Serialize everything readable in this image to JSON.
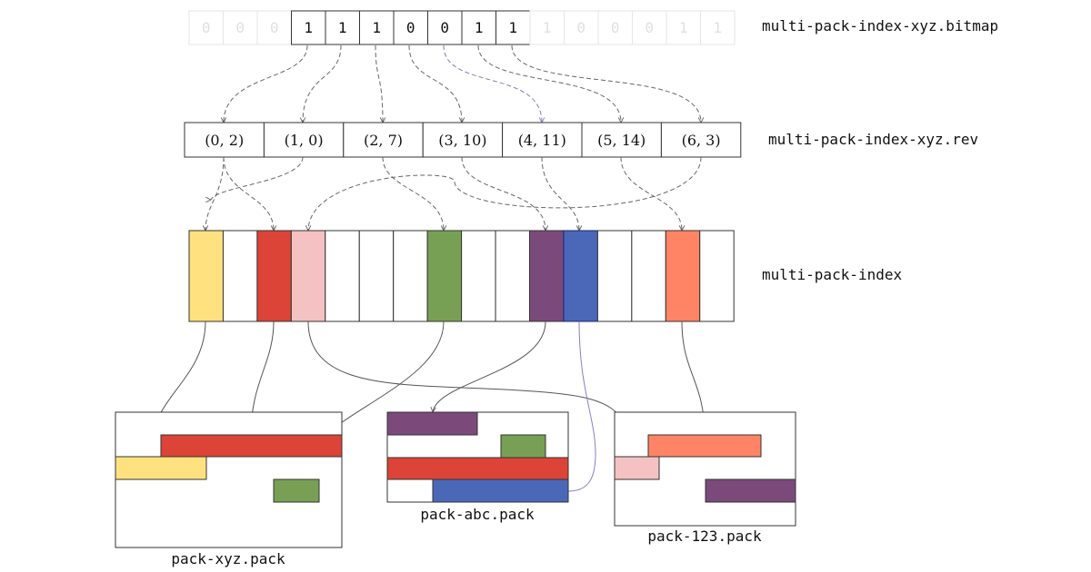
{
  "colors": {
    "yellow": "#ffe27f",
    "red": "#db4437",
    "pink": "#f4c2c2",
    "green": "#77a055",
    "purple": "#7b4a7b",
    "blue": "#4b67b8",
    "orange": "#ff8466"
  },
  "bitmap": {
    "label": "multi-pack-index-xyz.bitmap",
    "bits": [
      "0",
      "0",
      "0",
      "1",
      "1",
      "1",
      "0",
      "0",
      "1",
      "1",
      "1",
      "0",
      "0",
      "0",
      "1",
      "1"
    ],
    "active": [
      false,
      false,
      false,
      true,
      true,
      true,
      true,
      true,
      true,
      true,
      false,
      false,
      false,
      false,
      false,
      false
    ]
  },
  "rev": {
    "label": "multi-pack-index-xyz.rev",
    "entries": [
      "(0, 2)",
      "(1, 0)",
      "(2, 7)",
      "(3, 10)",
      "(4, 11)",
      "(5, 14)",
      "(6, 3)"
    ]
  },
  "midx": {
    "label": "multi-pack-index",
    "slot_colors": [
      "yellow",
      null,
      "red",
      "pink",
      null,
      null,
      null,
      "green",
      null,
      null,
      "purple",
      "blue",
      null,
      null,
      "orange",
      null
    ]
  },
  "packs": [
    {
      "name": "pack-xyz.pack",
      "objects": [
        {
          "color": "red"
        },
        {
          "color": "yellow"
        },
        {
          "color": "green"
        }
      ]
    },
    {
      "name": "pack-abc.pack",
      "objects": [
        {
          "color": "purple"
        },
        {
          "color": "green"
        },
        {
          "color": "red"
        },
        {
          "color": "blue"
        }
      ]
    },
    {
      "name": "pack-123.pack",
      "objects": [
        {
          "color": "orange"
        },
        {
          "color": "pink"
        },
        {
          "color": "purple"
        }
      ]
    }
  ]
}
